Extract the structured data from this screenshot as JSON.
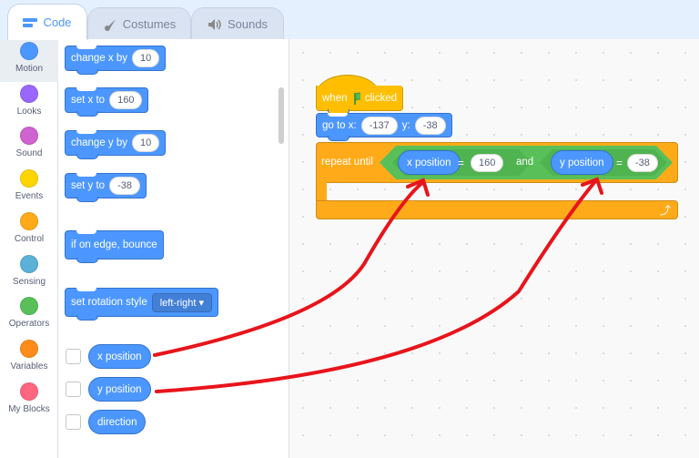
{
  "tabs": [
    {
      "label": "Code",
      "icon": "code-icon"
    },
    {
      "label": "Costumes",
      "icon": "brush-icon"
    },
    {
      "label": "Sounds",
      "icon": "speaker-icon"
    }
  ],
  "categories": [
    {
      "label": "Motion",
      "color": "#4c97ff"
    },
    {
      "label": "Looks",
      "color": "#9966ff"
    },
    {
      "label": "Sound",
      "color": "#cf63cf"
    },
    {
      "label": "Events",
      "color": "#ffd500"
    },
    {
      "label": "Control",
      "color": "#ffab19"
    },
    {
      "label": "Sensing",
      "color": "#5cb1d6"
    },
    {
      "label": "Operators",
      "color": "#59c059"
    },
    {
      "label": "Variables",
      "color": "#ff8c1a"
    },
    {
      "label": "My Blocks",
      "color": "#ff6680"
    }
  ],
  "palette": {
    "change_x": {
      "label": "change x by",
      "value": "10"
    },
    "set_x": {
      "label": "set x to",
      "value": "160"
    },
    "change_y": {
      "label": "change y by",
      "value": "10"
    },
    "set_y": {
      "label": "set y to",
      "value": "-38"
    },
    "bounce": {
      "label": "if on edge, bounce"
    },
    "rotation": {
      "label": "set rotation style",
      "value": "left-right"
    },
    "reporters": [
      "x position",
      "y position",
      "direction"
    ]
  },
  "script": {
    "hat": {
      "when": "when",
      "clicked": "clicked"
    },
    "goto": {
      "label": "go to x:",
      "x": "-137",
      "ylabel": "y:",
      "y": "-38"
    },
    "repeat": {
      "label": "repeat until",
      "and": "and",
      "left": {
        "reporter": "x position",
        "op": "=",
        "value": "160"
      },
      "right": {
        "reporter": "y position",
        "op": "=",
        "value": "-38"
      }
    }
  },
  "annotation_color": "#e8141b"
}
